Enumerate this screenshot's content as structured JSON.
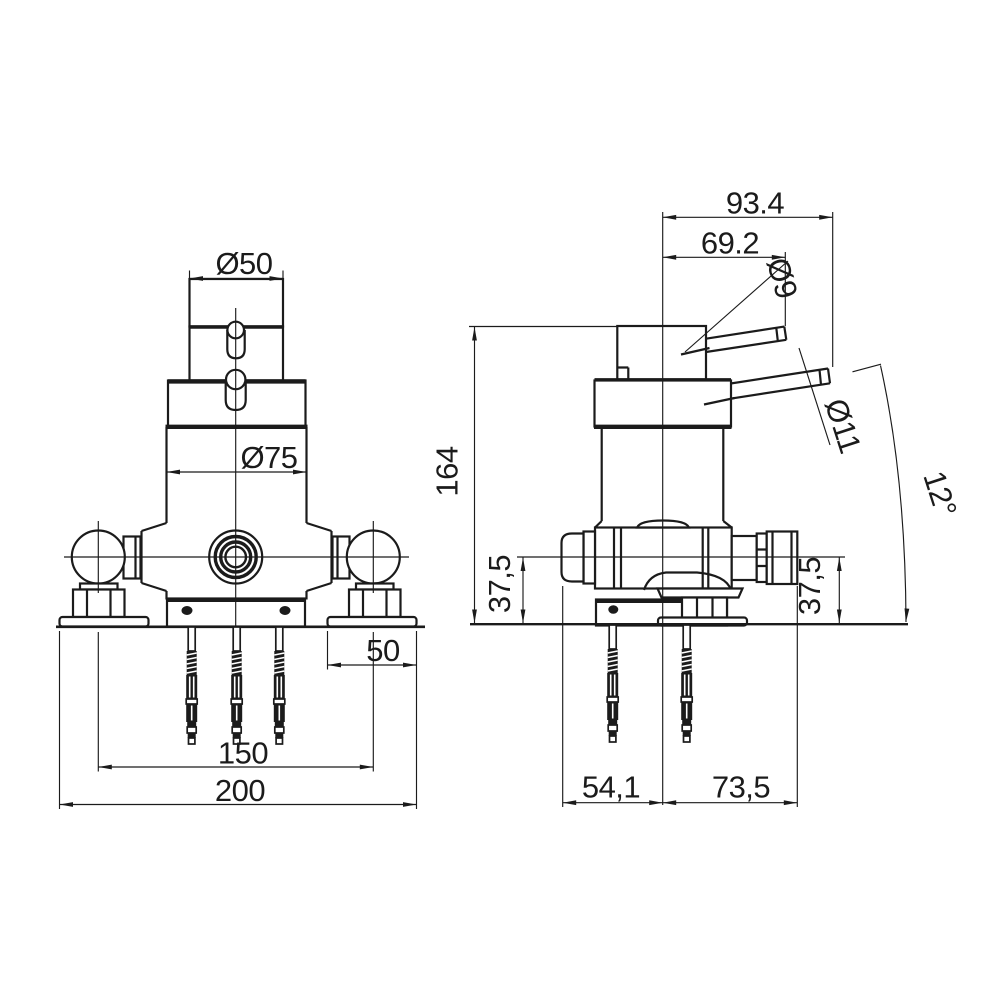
{
  "drawing": {
    "title": "valve-installation-dimension-drawing",
    "colors": {
      "line": "#1b1b1b",
      "background": "#ffffff"
    },
    "labels": {
      "handle_diameter": "Ø50",
      "body_diameter": "Ø75",
      "escutcheon_width": "50",
      "inlet_spacing": "150",
      "overall_width": "200",
      "lower_pin_reach": "93.4",
      "upper_pin_reach": "69.2",
      "upper_pin_diameter": "Ø9",
      "lower_pin_diameter": "Ø11",
      "overall_height": "164",
      "left_port_height": "37,5",
      "right_port_height": "37,5",
      "pin_angle": "12°",
      "rear_depth": "54,1",
      "front_depth": "73,5"
    }
  }
}
